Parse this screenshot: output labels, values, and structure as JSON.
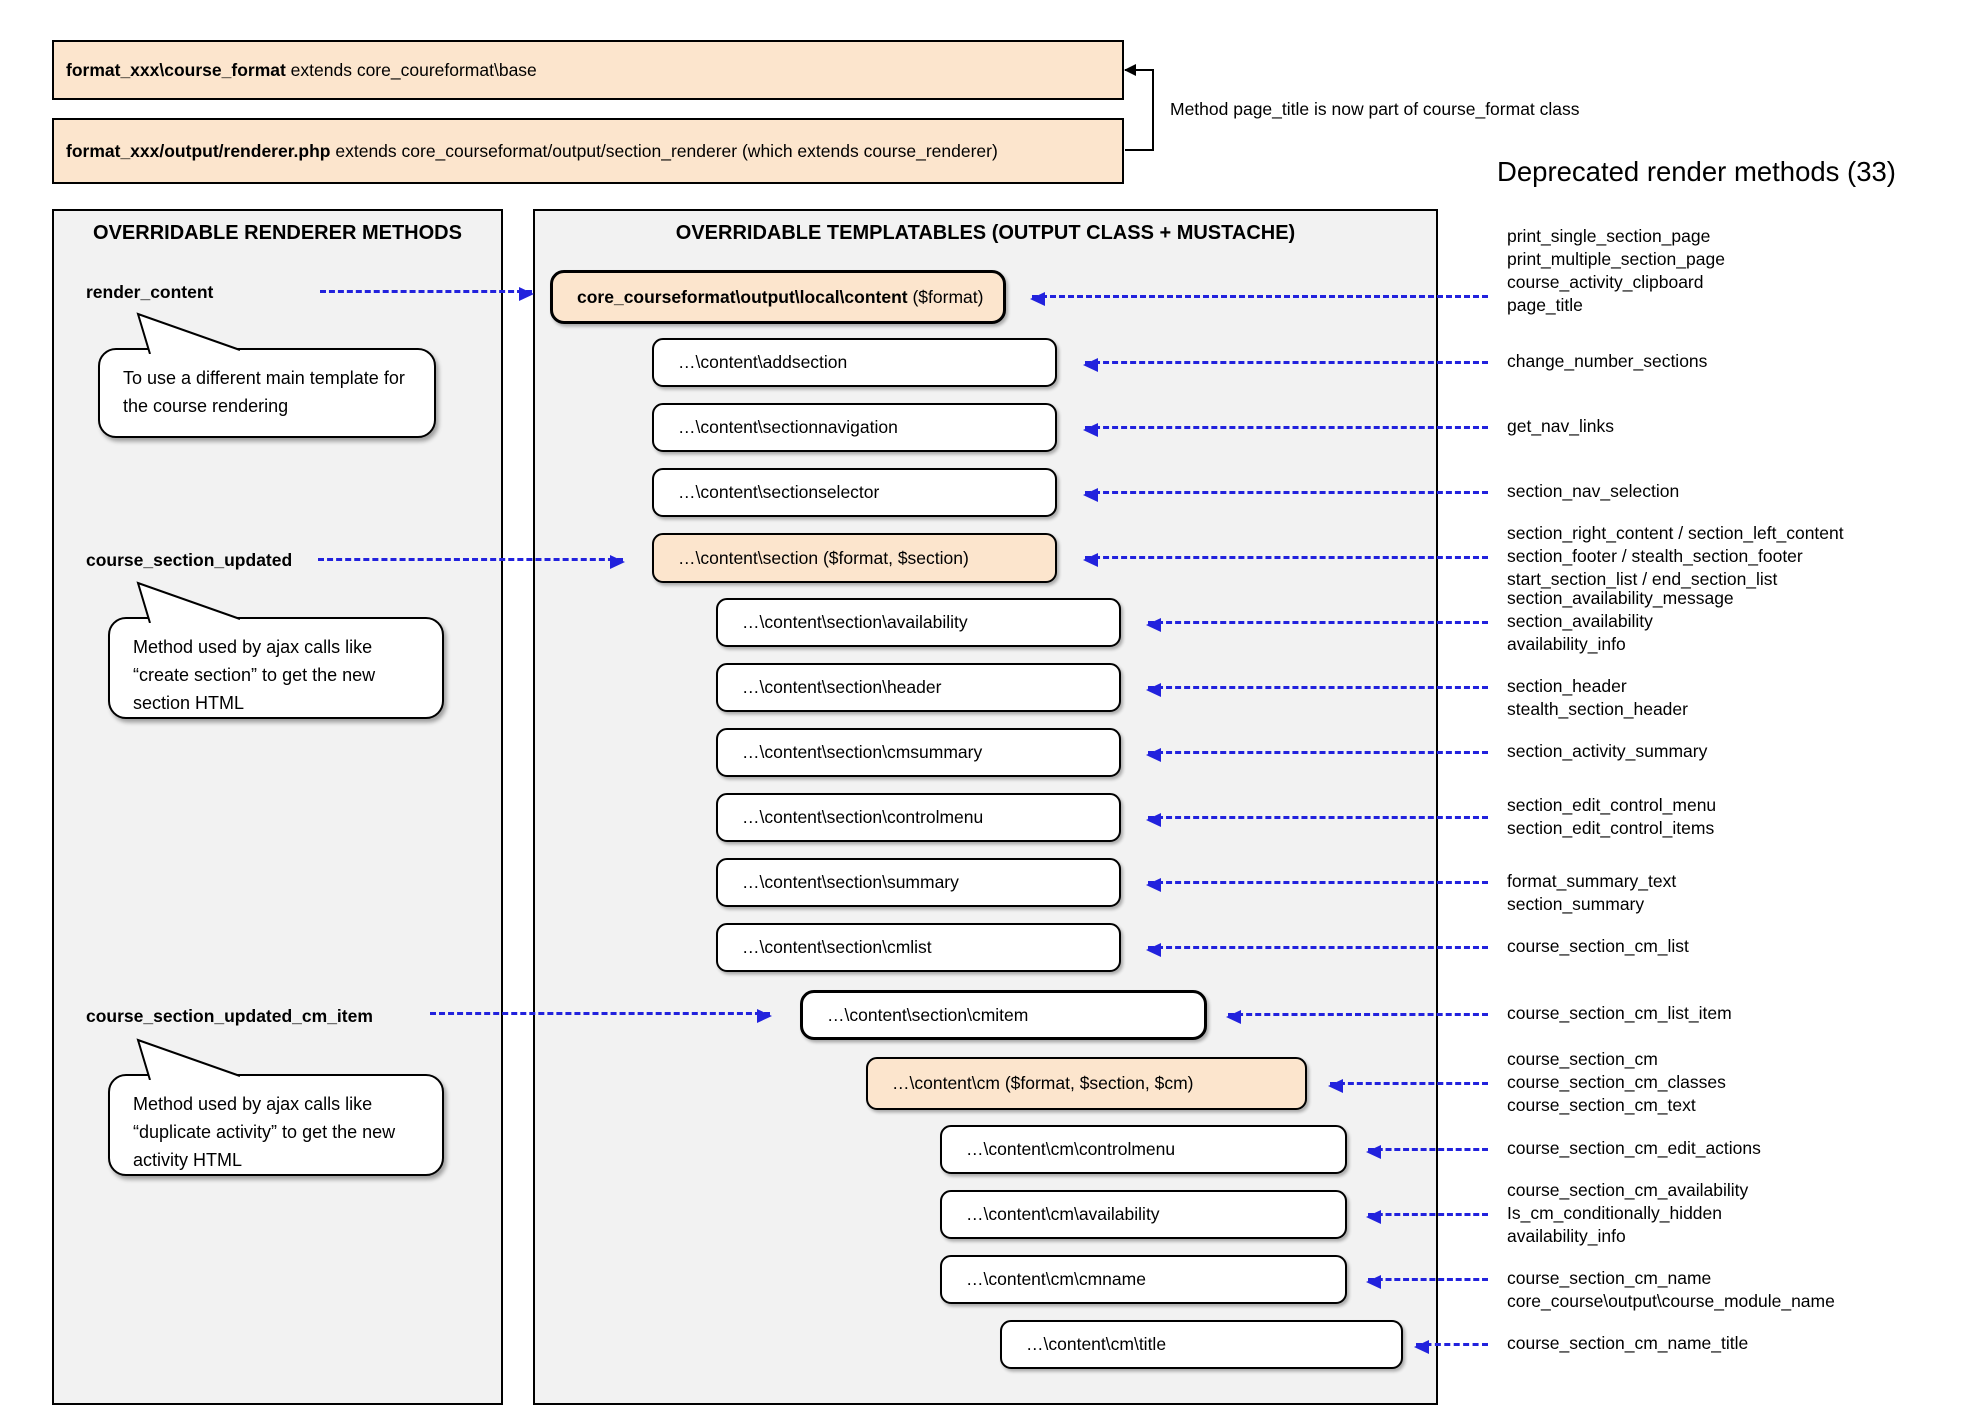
{
  "colors": {
    "accent_orange": "#fce5cd",
    "arrow_blue": "#2222dd",
    "panel_gray": "#f2f2f2"
  },
  "top": {
    "box1_bold": "format_xxx\\course_format",
    "box1_rest": " extends core_coureformat\\base",
    "box2_bold": "format_xxx/output/renderer.php",
    "box2_rest": " extends core_courseformat/output/section_renderer (which extends course_renderer)",
    "note": "Method page_title is now part of course_format class"
  },
  "right": {
    "heading": "Deprecated render methods (33)",
    "groups": [
      [
        "print_single_section_page",
        "print_multiple_section_page",
        "course_activity_clipboard",
        "page_title"
      ],
      [
        "change_number_sections"
      ],
      [
        "get_nav_links"
      ],
      [
        "section_nav_selection"
      ],
      [
        "section_right_content / section_left_content",
        "section_footer / stealth_section_footer",
        "start_section_list / end_section_list"
      ],
      [
        "section_availability_message",
        "section_availability",
        "availability_info"
      ],
      [
        "section_header",
        "stealth_section_header"
      ],
      [
        "section_activity_summary"
      ],
      [
        "section_edit_control_menu",
        "section_edit_control_items"
      ],
      [
        "format_summary_text",
        "section_summary"
      ],
      [
        "course_section_cm_list"
      ],
      [
        "course_section_cm_list_item"
      ],
      [
        "course_section_cm",
        "course_section_cm_classes",
        "course_section_cm_text"
      ],
      [
        "course_section_cm_edit_actions"
      ],
      [
        "course_section_cm_availability",
        "Is_cm_conditionally_hidden",
        "availability_info"
      ],
      [
        "course_section_cm_name",
        "core_course\\output\\course_module_name"
      ],
      [
        "course_section_cm_name_title"
      ]
    ]
  },
  "left": {
    "title": "OVERRIDABLE RENDERER METHODS",
    "render_content": "render_content",
    "course_section_updated": "course_section_updated",
    "course_section_updated_cm_item": "course_section_updated_cm_item",
    "bubble1": [
      "To use a different main template for",
      "the course rendering"
    ],
    "bubble2": [
      "Method used by ajax calls like",
      "“create section” to get the new",
      "section HTML"
    ],
    "bubble3": [
      "Method used by ajax calls like",
      "“duplicate activity” to get the new",
      "activity HTML"
    ]
  },
  "middle": {
    "title": "OVERRIDABLE TEMPLATABLES (OUTPUT CLASS + MUSTACHE)",
    "boxes": {
      "content_bold": "core_courseformat\\output\\local\\content",
      "content_rest": " ($format)",
      "addsection": "…\\content\\addsection",
      "sectionnavigation": "…\\content\\sectionnavigation",
      "sectionselector": "…\\content\\sectionselector",
      "section": "…\\content\\section ($format, $section)",
      "availability": "…\\content\\section\\availability",
      "header": "…\\content\\section\\header",
      "cmsummary": "…\\content\\section\\cmsummary",
      "controlmenu": "…\\content\\section\\controlmenu",
      "summary": "…\\content\\section\\summary",
      "cmlist": "…\\content\\section\\cmlist",
      "cmitem": "…\\content\\section\\cmitem",
      "cm": "…\\content\\cm ($format, $section, $cm)",
      "cm_controlmenu": "…\\content\\cm\\controlmenu",
      "cm_availability": "…\\content\\cm\\availability",
      "cm_cmname": "…\\content\\cm\\cmname",
      "cm_title": "…\\content\\cm\\title"
    }
  }
}
